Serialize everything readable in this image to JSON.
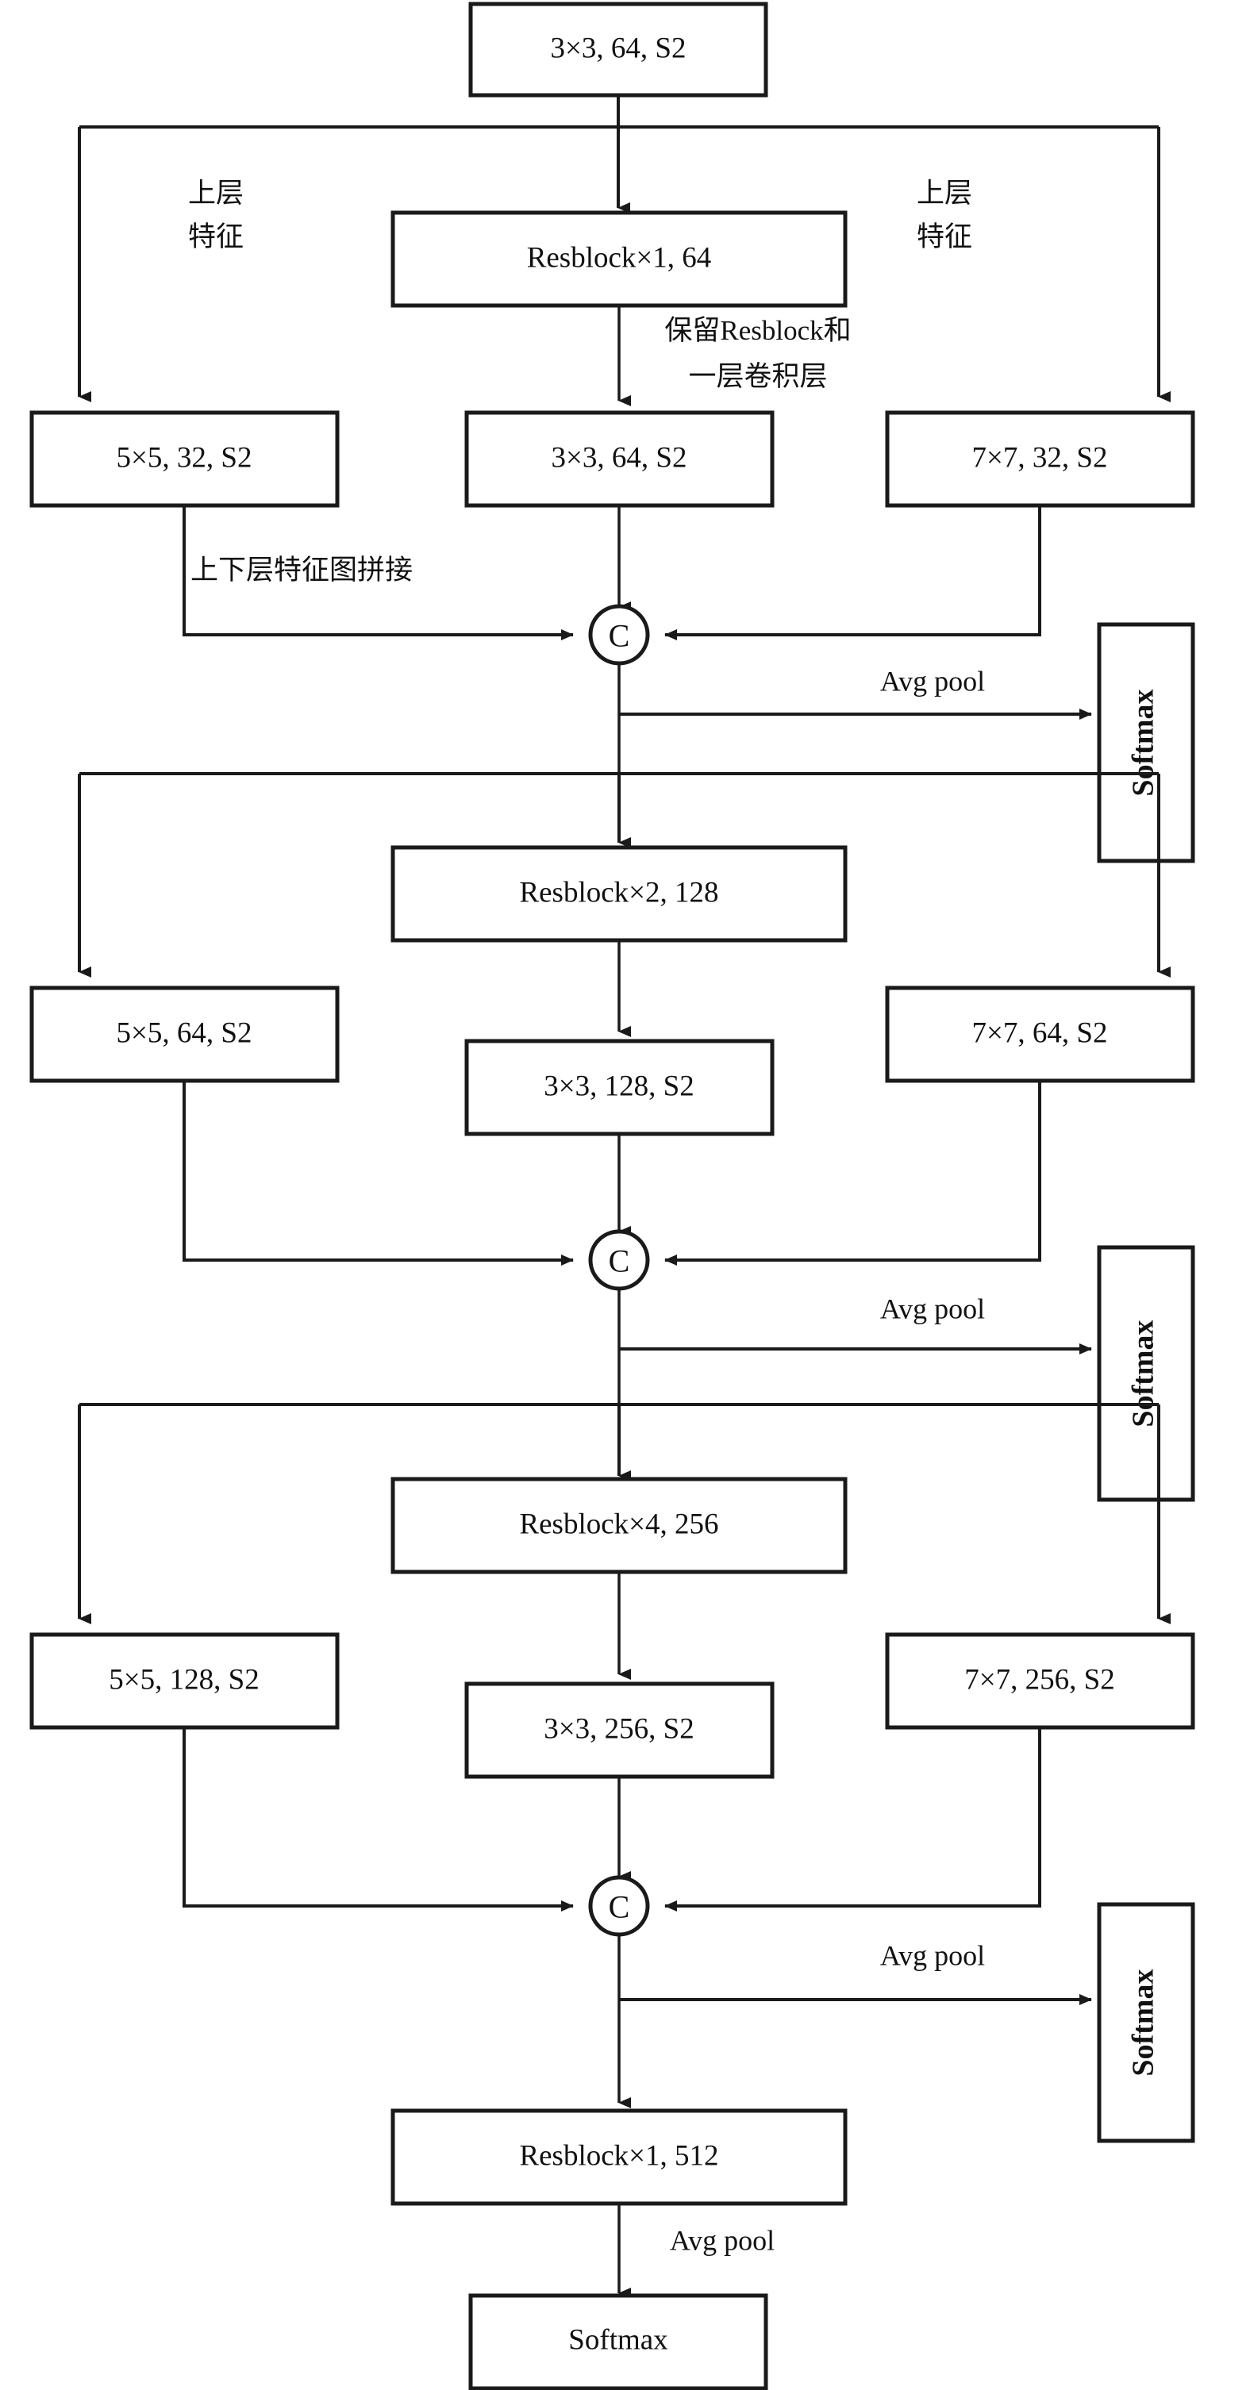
{
  "diagram": {
    "title": "Multi-scale residual network architecture",
    "stroke_color": "#1a1a1a",
    "fill_color": "#ffffff",
    "concat_symbol": "C",
    "blocks": {
      "stem_conv": "3×3, 64, S2",
      "stage1_resblock": "Resblock×1, 64",
      "stage1_left_conv": "5×5, 32, S2",
      "stage1_mid_conv": "3×3, 64, S2",
      "stage1_right_conv": "7×7, 32, S2",
      "stage2_resblock": "Resblock×2, 128",
      "stage2_left_conv": "5×5, 64, S2",
      "stage2_mid_conv": "3×3, 128, S2",
      "stage2_right_conv": "7×7, 64, S2",
      "stage3_resblock": "Resblock×4, 256",
      "stage3_left_conv": "5×5, 128, S2",
      "stage3_mid_conv": "3×3, 256, S2",
      "stage3_right_conv": "7×7, 256, S2",
      "stage4_resblock": "Resblock×1, 512",
      "softmax_branch_1": "Softmax",
      "softmax_branch_2": "Softmax",
      "softmax_branch_3": "Softmax",
      "softmax_final": "Softmax"
    },
    "edge_labels": {
      "upper_feature_left": [
        "上层",
        "特征"
      ],
      "upper_feature_right": [
        "上层",
        "特征"
      ],
      "keep_resblock": [
        "保留Resblock和",
        "一层卷积层"
      ],
      "concat_note": "上下层特征图拼接",
      "avg_pool_1": "Avg pool",
      "avg_pool_2": "Avg pool",
      "avg_pool_3": "Avg pool",
      "avg_pool_4": "Avg pool"
    }
  }
}
